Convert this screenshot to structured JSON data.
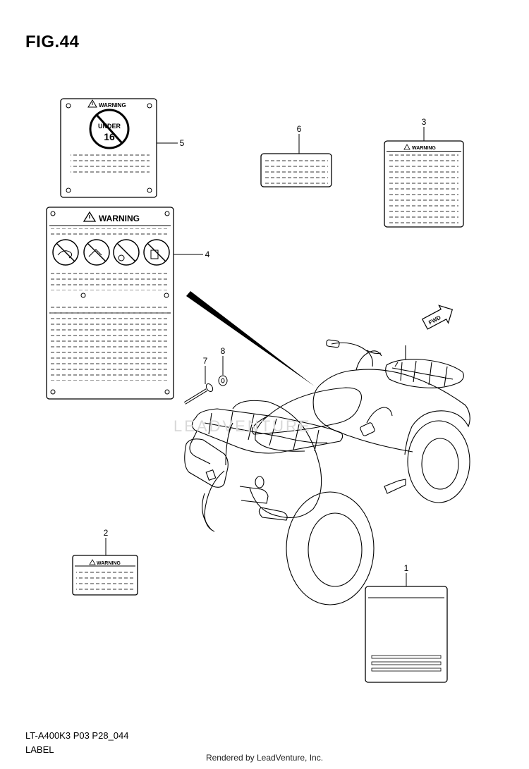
{
  "figure": {
    "title": "FIG.44",
    "code": "LT-A400K3 P03 P28_044",
    "name": "LABEL"
  },
  "credit": "Rendered by LeadVenture, Inc.",
  "watermark": "LEADVENTURE",
  "callouts": {
    "c1": "1",
    "c2": "2",
    "c3": "3",
    "c4": "4",
    "c5": "5",
    "c6": "6",
    "c7": "7",
    "c8": "8"
  },
  "labels": {
    "warning": "WARNING",
    "under_text": "UNDER",
    "age": "16",
    "fwd": "FWD"
  }
}
